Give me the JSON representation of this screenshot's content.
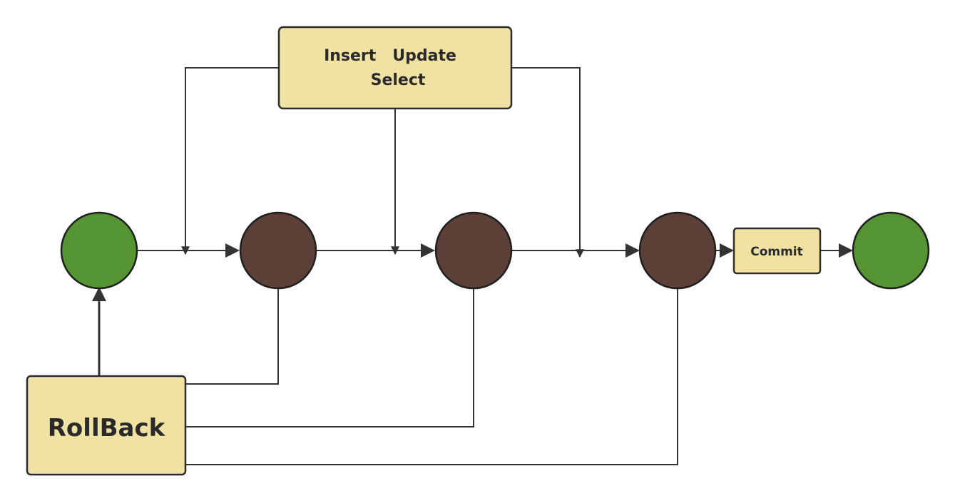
{
  "diagram": {
    "operations_box": {
      "line1": "Insert   Update",
      "line2": "Select"
    },
    "commit_box": {
      "label": "Commit"
    },
    "rollback_box": {
      "label": "RollBack"
    },
    "colors": {
      "box_fill": "#f0e2a3",
      "consistent_state": "#549432",
      "intermediate_state": "#5c3f37",
      "edge": "#333333"
    }
  }
}
